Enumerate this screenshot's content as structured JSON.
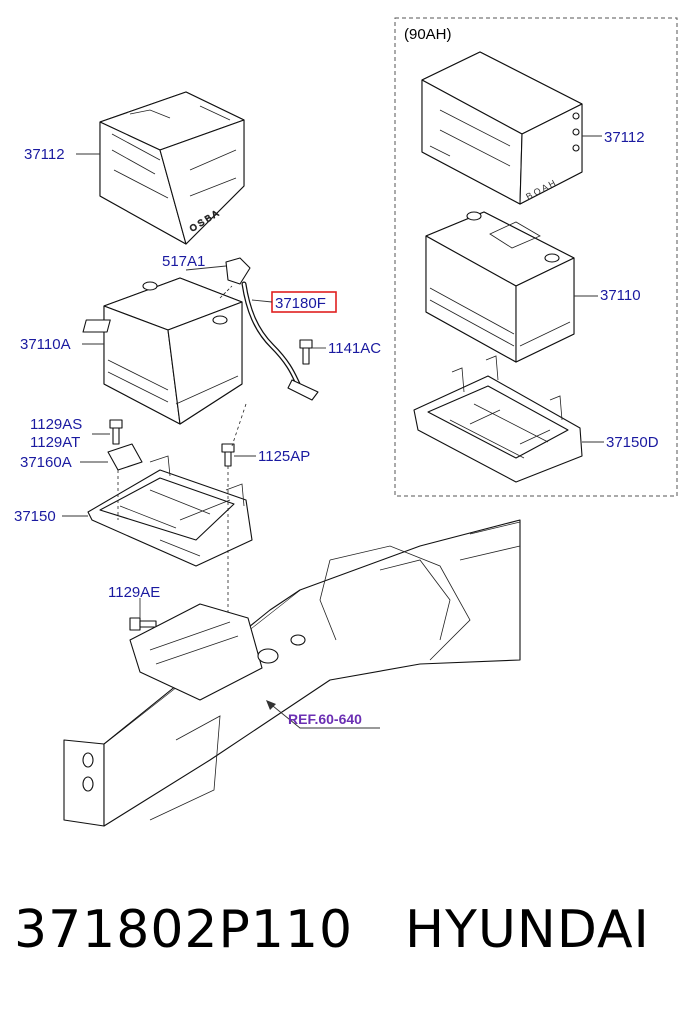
{
  "diagram": {
    "variant_note": "(90AH)",
    "labels": {
      "tray_upper": "37112",
      "tray_right": "37112",
      "terminal": "517A1",
      "cable": "37180F",
      "battery_left": "37110A",
      "battery_right": "37110",
      "bolt_1141": "1141AC",
      "screw_1129as": "1129AS",
      "screw_1129at": "1129AT",
      "clamp": "37160A",
      "bolt_1125": "1125AP",
      "tray_left": "37150",
      "tray_right_lower": "37150D",
      "bolt_1129ae": "1129AE",
      "frame_ref": "REF.60-640"
    },
    "colors": {
      "label": "#1a1aa0",
      "ref": "#6b2fb3",
      "highlight_box": "#e02020"
    }
  },
  "caption": {
    "part_number": "371802P110",
    "brand": "HYUNDAI"
  }
}
